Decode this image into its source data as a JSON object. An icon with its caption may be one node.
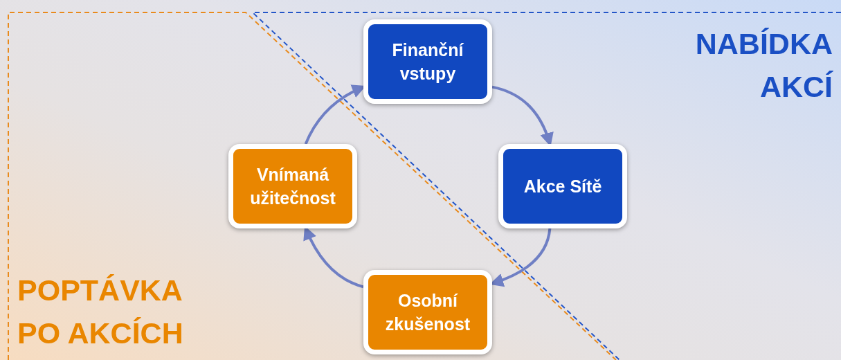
{
  "diagram": {
    "nodes": [
      {
        "text": [
          "Finanční vstupy"
        ]
      },
      {
        "text": [
          "Akce Sítě"
        ]
      },
      {
        "text": [
          "Osobní zkušenost"
        ]
      },
      {
        "text": [
          "Vnímaná užitečnost"
        ]
      }
    ],
    "edges": [
      {
        "from": 0,
        "to": 1,
        "arrow": "to"
      },
      {
        "from": 1,
        "to": 2,
        "arrow": "to"
      },
      {
        "from": 2,
        "to": 3,
        "arrow": "to"
      },
      {
        "from": 3,
        "to": 0,
        "arrow": "to"
      }
    ],
    "labels": [
      "NABÍDKA AKCÍ",
      "POPTÁVKA PO AKCÍCH"
    ]
  }
}
